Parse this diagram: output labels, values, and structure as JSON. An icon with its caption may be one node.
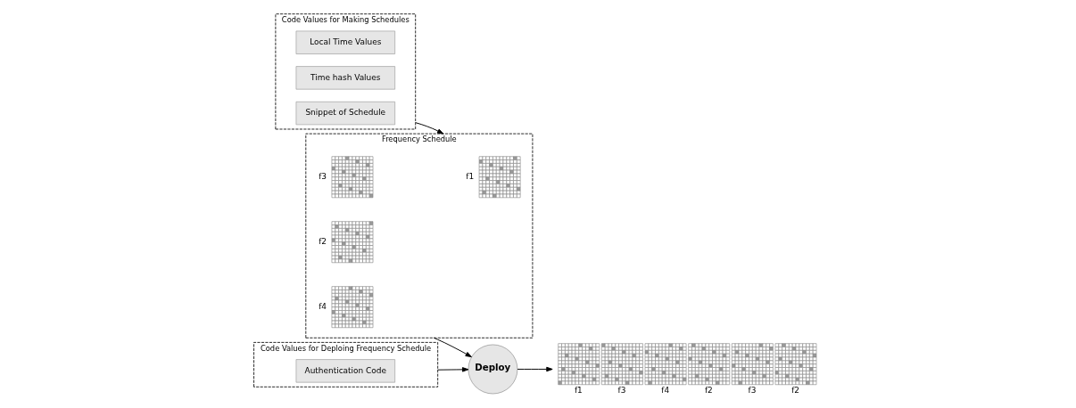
{
  "diagram": {
    "nodes": [
      {
        "text": [
          "Code Values for Making Schedules"
        ]
      },
      {
        "text": [
          "Local Time Values"
        ],
        "in": 0
      },
      {
        "text": [
          "Time hash Values"
        ],
        "in": 0
      },
      {
        "text": [
          "Snippet of Schedule"
        ],
        "in": 0
      },
      {
        "text": [
          "Code Values for Deploing Frequency Schedule"
        ]
      },
      {
        "text": [
          "Authentication Code"
        ],
        "in": 4
      },
      {
        "text": [
          "Frequency Schedule"
        ]
      },
      {
        "text": [],
        "shape": "grid",
        "in": 6,
        "beside": [
          "f1"
        ]
      },
      {
        "text": [],
        "shape": "grid",
        "in": 6,
        "beside": [
          "f3"
        ]
      },
      {
        "text": [],
        "shape": "grid",
        "in": 6,
        "beside": [
          "f2"
        ]
      },
      {
        "text": [],
        "shape": "grid",
        "in": 6,
        "beside": [
          "f4"
        ]
      },
      {
        "text": [
          "Deploy"
        ]
      },
      {
        "text": [],
        "shape": "grid",
        "beside": [
          "f1",
          "f3",
          "f4",
          "f2",
          "f3",
          "f2"
        ]
      }
    ],
    "edges": [
      {
        "from": 0,
        "to": 6,
        "arrow": "to"
      },
      {
        "from": 4,
        "to": 11,
        "arrow": "to"
      },
      {
        "from": 6,
        "to": 11,
        "arrow": "to"
      },
      {
        "from": 11,
        "to": 12,
        "arrow": "to"
      }
    ]
  }
}
